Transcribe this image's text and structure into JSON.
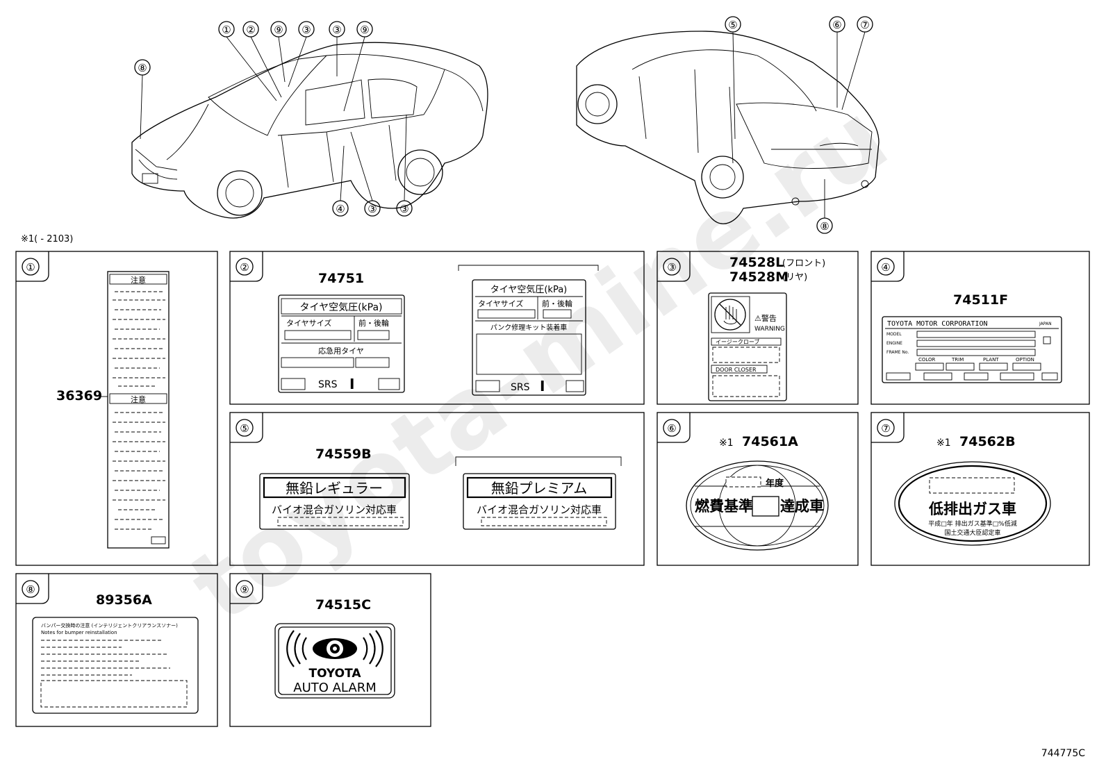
{
  "diagram_code": "744775C",
  "footnote": {
    "mark": "※1",
    "text": "※1(         - 2103)"
  },
  "callouts_front_car": [
    "①",
    "②",
    "⑨",
    "③",
    "③",
    "⑨",
    "⑧",
    "④",
    "③",
    "③"
  ],
  "callouts_rear_car": [
    "⑤",
    "⑥",
    "⑦",
    "⑧"
  ],
  "panels": [
    {
      "num": "①",
      "part": "36369",
      "texts": {
        "header1": "注意",
        "header2": "注意"
      }
    },
    {
      "num": "②",
      "part": "74751",
      "left": {
        "title": "タイヤ空気圧(kPa)",
        "col1": "タイヤサイズ",
        "col2": "前・後輪",
        "row": "応急用タイヤ",
        "srs": "SRS"
      },
      "right": {
        "title": "タイヤ空気圧(kPa)",
        "col1": "タイヤサイズ",
        "col2": "前・後輪",
        "row": "パンク修理キット装着車",
        "srs": "SRS"
      }
    },
    {
      "num": "③",
      "part1": "74528L",
      "note1": "(フロント)",
      "part2": "74528M",
      "note2": "(リヤ)",
      "warn": "⚠警告",
      "warning": "WARNING",
      "line1": "イージークローブ",
      "line2": "DOOR CLOSER"
    },
    {
      "num": "④",
      "part": "74511F",
      "maker": "TOYOTA MOTOR CORPORATION",
      "japan": "JAPAN",
      "model": "MODEL",
      "engine": "ENGINE",
      "frame": "FRAME No.",
      "color": "COLOR",
      "trim": "TRIM",
      "plant": "PLANT",
      "option": "OPTION"
    },
    {
      "num": "⑤",
      "part": "74559B",
      "left": {
        "title": "無鉛レギュラー",
        "sub": "バイオ混合ガソリン対応車"
      },
      "right": {
        "title": "無鉛プレミアム",
        "sub": "バイオ混合ガソリン対応車"
      }
    },
    {
      "num": "⑥",
      "mark": "※1",
      "part": "74561A",
      "year": "年度",
      "text1": "燃費基準",
      "text2": "達成車"
    },
    {
      "num": "⑦",
      "mark": "※1",
      "part": "74562B",
      "main": "低排出ガス車",
      "small1": "平成□年 排出ガス基準□%低減",
      "small2": "国土交通大臣認定車"
    },
    {
      "num": "⑧",
      "part": "89356A",
      "line1": "バンパー交換時の注意 (インテリジェントクリアランスソナー)",
      "line2": "Notes for bumper reinstallation"
    },
    {
      "num": "⑨",
      "part": "74515C",
      "brand": "TOYOTA",
      "sub": "AUTO ALARM"
    }
  ]
}
